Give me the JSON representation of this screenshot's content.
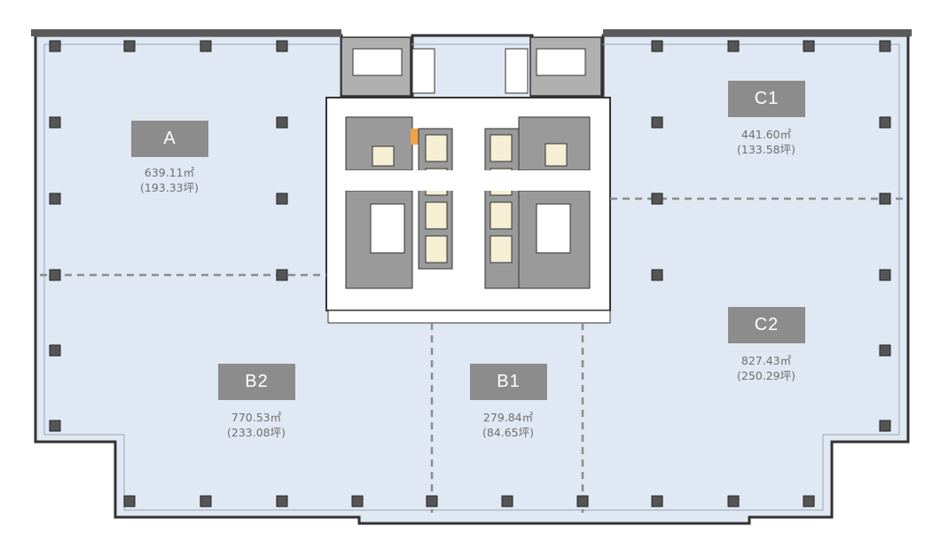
{
  "colors": {
    "floor_fill": "#dfe8f3",
    "core_fill": "#ffffff",
    "service_fill": "#9a9a9a",
    "elevator_fill": "#f6efd4",
    "accent": "#f0a24a",
    "wall": "#333333",
    "divider": "#8c8c8c",
    "tag_bg": "#8c8c8c",
    "tag_text": "#ffffff",
    "area_text": "#6f6f6f"
  },
  "zones": [
    {
      "id": "A",
      "label": "A",
      "area_sqm": "639.11㎡",
      "area_tsubo": "(193.33坪)"
    },
    {
      "id": "B2",
      "label": "B2",
      "area_sqm": "770.53㎡",
      "area_tsubo": "(233.08坪)"
    },
    {
      "id": "B1",
      "label": "B1",
      "area_sqm": "279.84㎡",
      "area_tsubo": "(84.65坪)"
    },
    {
      "id": "C1",
      "label": "C1",
      "area_sqm": "441.60㎡",
      "area_tsubo": "(133.58坪)"
    },
    {
      "id": "C2",
      "label": "C2",
      "area_sqm": "827.43㎡",
      "area_tsubo": "(250.29坪)"
    }
  ]
}
